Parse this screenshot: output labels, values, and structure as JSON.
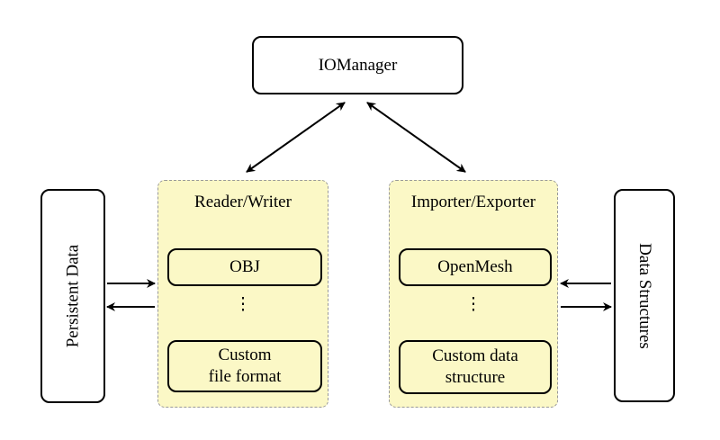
{
  "diagram": {
    "iomanager": {
      "label": "IOManager"
    },
    "reader_writer": {
      "title": "Reader/Writer",
      "items": [
        {
          "label": "OBJ"
        },
        {
          "label": "Custom\nfile format"
        }
      ],
      "ellipsis": "⋮"
    },
    "importer_exporter": {
      "title": "Importer/Exporter",
      "items": [
        {
          "label": "OpenMesh"
        },
        {
          "label": "Custom data\nstructure"
        }
      ],
      "ellipsis": "⋮"
    },
    "persistent_data": {
      "label": "Persistent Data"
    },
    "data_structures": {
      "label": "Data Structures"
    },
    "colors": {
      "group_fill": "#fbf8c6",
      "group_border": "#999999",
      "node_border": "#000000",
      "arrow": "#000000",
      "background": "#ffffff"
    }
  }
}
